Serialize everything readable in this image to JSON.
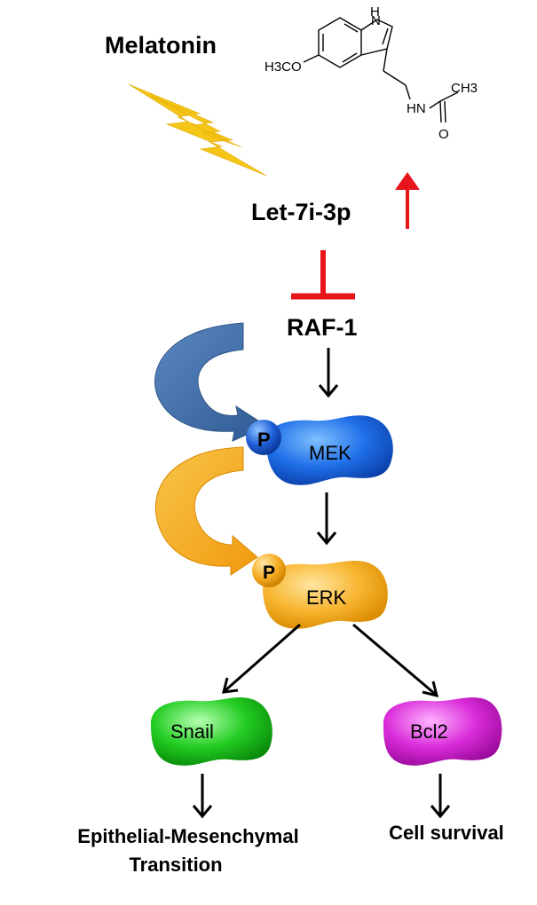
{
  "compound": {
    "name": "Melatonin",
    "structure_labels": {
      "nh_ring": "H",
      "n_ring": "N",
      "methoxy": "H3CO",
      "amide_nh": "HN",
      "methyl": "CH3",
      "oxygen": "O"
    }
  },
  "nodes": {
    "let7": "Let-7i-3p",
    "raf": "RAF-1",
    "mek": "MEK",
    "erk": "ERK",
    "phospho": "P",
    "snail": "Snail",
    "bcl2": "Bcl2"
  },
  "outcomes": {
    "emt_line1": "Epithelial-Mesenchymal",
    "emt_line2": "Transition",
    "survival": "Cell survival"
  },
  "colors": {
    "upregulation_arrow": "#e8141b",
    "inhibition": "#e8141b",
    "mek": "#1f6fe8",
    "erk": "#f5a623",
    "snail": "#1fc21f",
    "bcl2": "#d21fd2",
    "blue_curve": "#3f6aa3",
    "orange_curve": "#f4a51c",
    "lightning": "#f5c518"
  }
}
